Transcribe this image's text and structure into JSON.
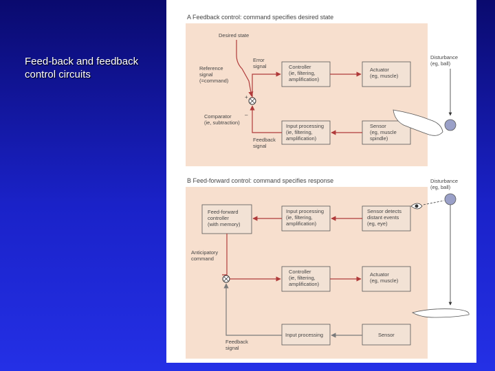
{
  "slide": {
    "title_line1": "Feed-back and feedback",
    "title_line2": "control circuits"
  },
  "panel_a": {
    "heading": "A  Feedback control: command specifies desired state",
    "desired_state": "Desired state",
    "reference": [
      "Reference",
      "signal",
      "(=command)"
    ],
    "error": [
      "Error",
      "signal"
    ],
    "controller": [
      "Controller",
      "(ie, filtering,",
      "amplification)"
    ],
    "actuator": [
      "Actuator",
      "(eg, muscle)"
    ],
    "disturbance": [
      "Disturbance",
      "(eg, ball)"
    ],
    "comparator": [
      "Comparator",
      "(ie, subtraction)"
    ],
    "input_processing": [
      "Input processing",
      "(ie, filtering,",
      "amplification)"
    ],
    "sensor": [
      "Sensor",
      "(eg, muscle",
      "spindle)"
    ],
    "feedback": [
      "Feedback",
      "signal"
    ],
    "plus": "+",
    "minus": "–"
  },
  "panel_b": {
    "heading": "B  Feed-forward control: command specifies response",
    "disturbance": [
      "Disturbance",
      "(eg, ball)"
    ],
    "ff_controller": [
      "Feed-forward",
      "controller",
      "(with memory)"
    ],
    "input_processing": [
      "Input processing",
      "(ie, filtering,",
      "amplification)"
    ],
    "sensor_detects": [
      "Sensor detects",
      "distant events",
      "(eg, eye)"
    ],
    "anticipatory": [
      "Anticipatory",
      "command"
    ],
    "controller": [
      "Controller",
      "(ie, filtering,",
      "amplification)"
    ],
    "actuator": [
      "Actuator",
      "(eg, muscle)"
    ],
    "input_processing_2": "Input processing",
    "sensor": "Sensor",
    "feedback": [
      "Feedback",
      "signal"
    ]
  },
  "colors": {
    "background_top": "#0a0a6e",
    "background_bottom": "#2430e6",
    "panel_fill": "#f7dfce",
    "box_fill": "#f2e2d5",
    "signal_red": "#b03a3a",
    "signal_gray": "#7a7a7a"
  }
}
